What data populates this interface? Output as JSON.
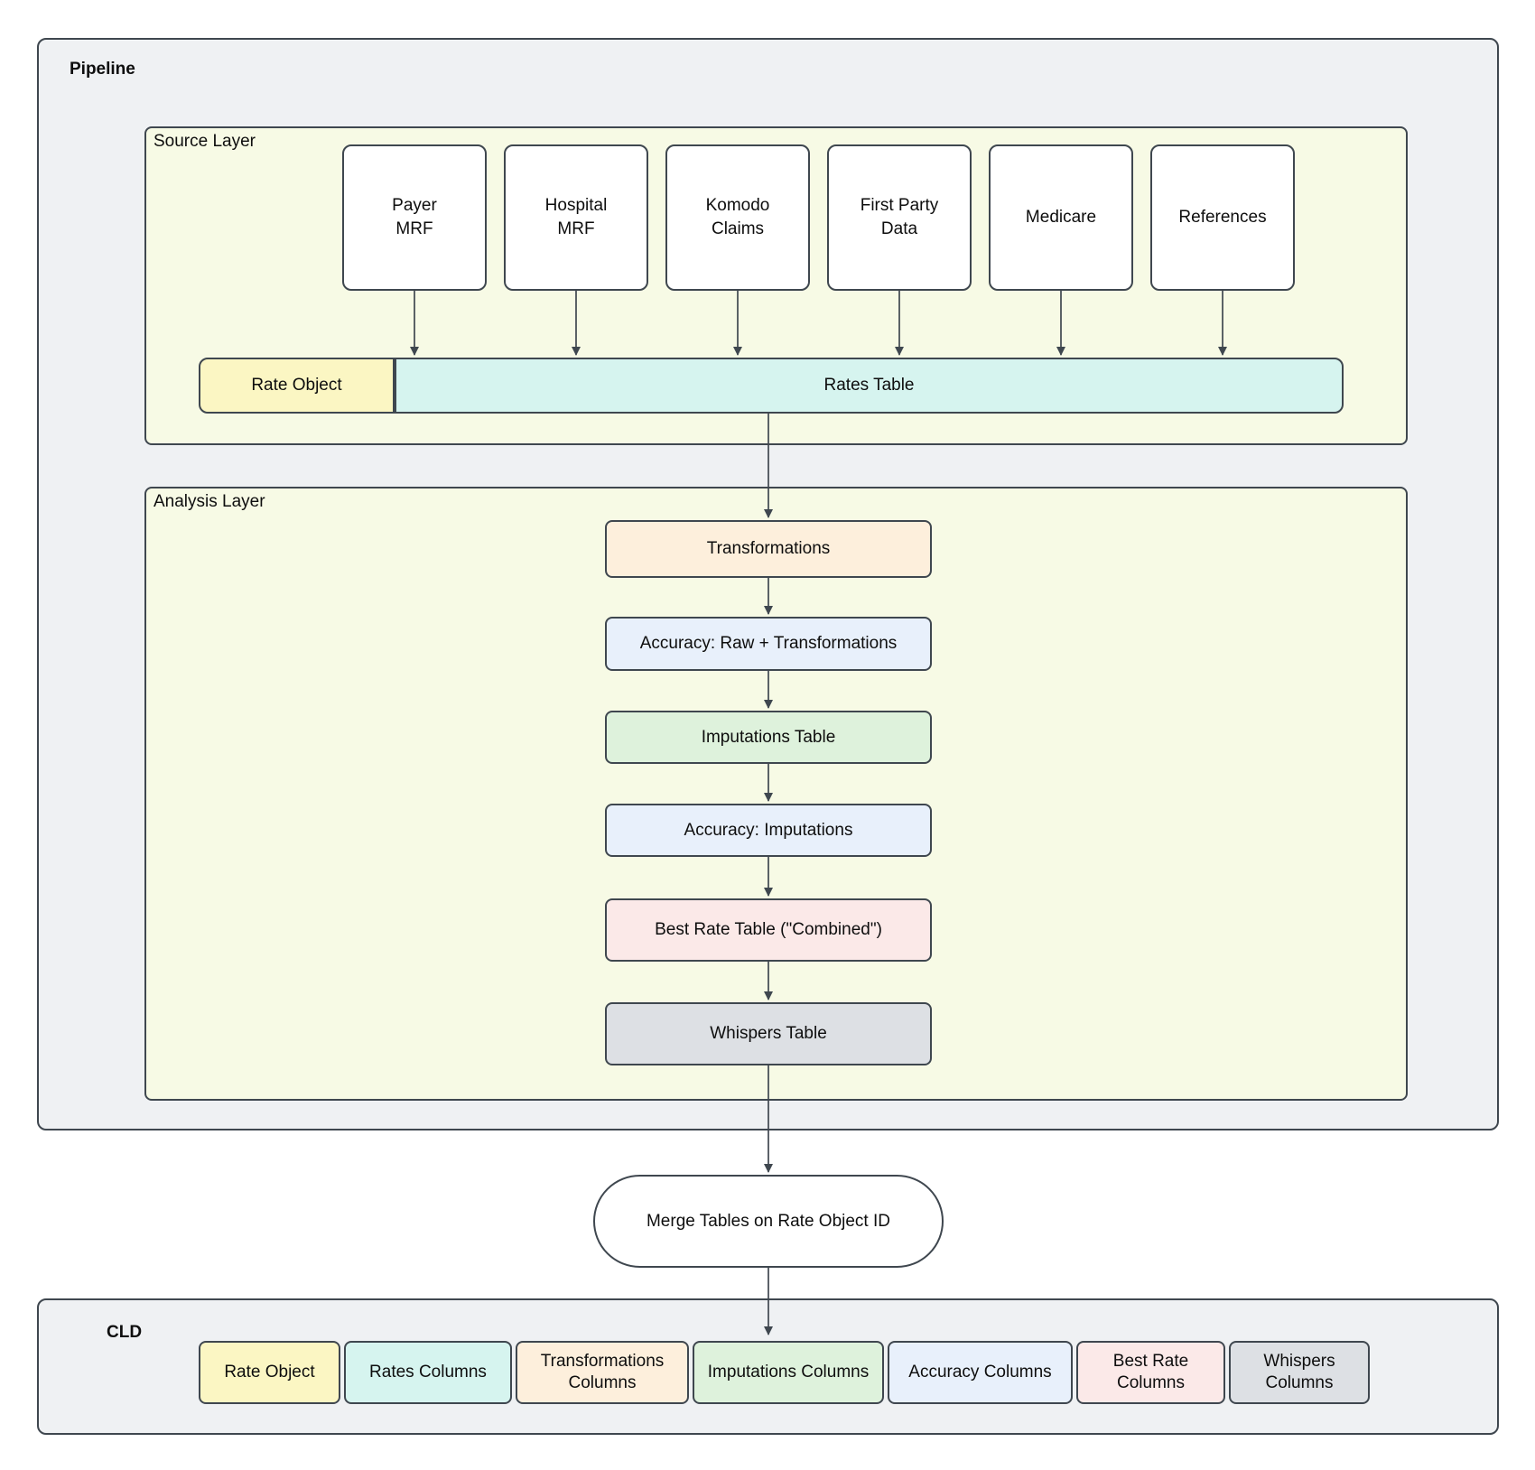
{
  "pipeline": {
    "title": "Pipeline",
    "source_layer": {
      "label": "Source Layer",
      "sources": [
        {
          "label": "Payer\nMRF"
        },
        {
          "label": "Hospital\nMRF"
        },
        {
          "label": "Komodo\nClaims"
        },
        {
          "label": "First Party\nData"
        },
        {
          "label": "Medicare"
        },
        {
          "label": "References"
        }
      ],
      "rate_object": {
        "label": "Rate Object",
        "color": "#fbf6c3"
      },
      "rates_table": {
        "label": "Rates Table",
        "color": "#d6f4ef"
      }
    },
    "analysis_layer": {
      "label": "Analysis Layer",
      "steps": [
        {
          "label": "Transformations",
          "color": "#fdefdc"
        },
        {
          "label": "Accuracy: Raw + Transformations",
          "color": "#e8f0fb"
        },
        {
          "label": "Imputations Table",
          "color": "#def2dc"
        },
        {
          "label": "Accuracy: Imputations",
          "color": "#e8f0fb"
        },
        {
          "label": "Best Rate Table (\"Combined\")",
          "color": "#fbe9e8"
        },
        {
          "label": "Whispers Table",
          "color": "#dde0e4"
        }
      ]
    }
  },
  "merge_node": {
    "label": "Merge Tables on Rate Object ID"
  },
  "cld": {
    "title": "CLD",
    "chips": [
      {
        "label": "Rate Object",
        "color": "#fbf6c3"
      },
      {
        "label": "Rates Columns",
        "color": "#d6f4ef"
      },
      {
        "label": "Transformations\nColumns",
        "color": "#fdefdc"
      },
      {
        "label": "Imputations Columns",
        "color": "#def2dc"
      },
      {
        "label": "Accuracy Columns",
        "color": "#e8f0fb"
      },
      {
        "label": "Best Rate\nColumns",
        "color": "#fbe9e8"
      },
      {
        "label": "Whispers\nColumns",
        "color": "#dde0e4"
      }
    ]
  },
  "colors": {
    "panel_bg": "#eff1f3",
    "layer_bg": "#f7fae5",
    "node_bg": "#ffffff",
    "border": "#3f474f",
    "arrow": "#3f474f",
    "text": "#0e0e0e"
  }
}
